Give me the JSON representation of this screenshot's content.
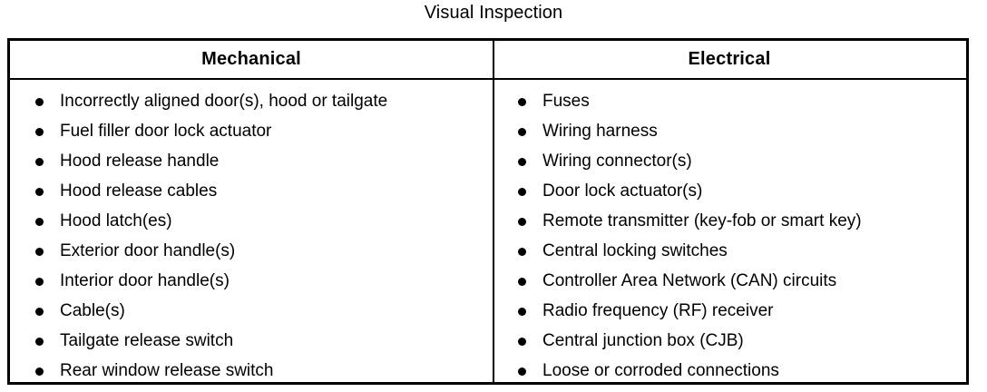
{
  "figure": {
    "title": "Visual Inspection"
  },
  "table": {
    "columns": [
      {
        "header": "Mechanical",
        "bullet_icon": "bullet-disc-icon",
        "items": [
          "Incorrectly aligned door(s), hood or tailgate",
          "Fuel filler door lock actuator",
          "Hood release handle",
          "Hood release cables",
          "Hood latch(es)",
          "Exterior door handle(s)",
          "Interior door handle(s)",
          "Cable(s)",
          "Tailgate release switch",
          "Rear window release switch"
        ]
      },
      {
        "header": "Electrical",
        "bullet_icon": "bullet-disc-icon",
        "items": [
          "Fuses",
          "Wiring harness",
          "Wiring connector(s)",
          "Door lock actuator(s)",
          "Remote transmitter (key-fob or smart key)",
          "Central locking switches",
          "Controller Area Network (CAN) circuits",
          "Radio frequency (RF) receiver",
          "Central junction box (CJB)",
          "Loose or corroded connections"
        ]
      }
    ]
  },
  "colors": {
    "ink": "#000000",
    "paper": "#ffffff"
  }
}
